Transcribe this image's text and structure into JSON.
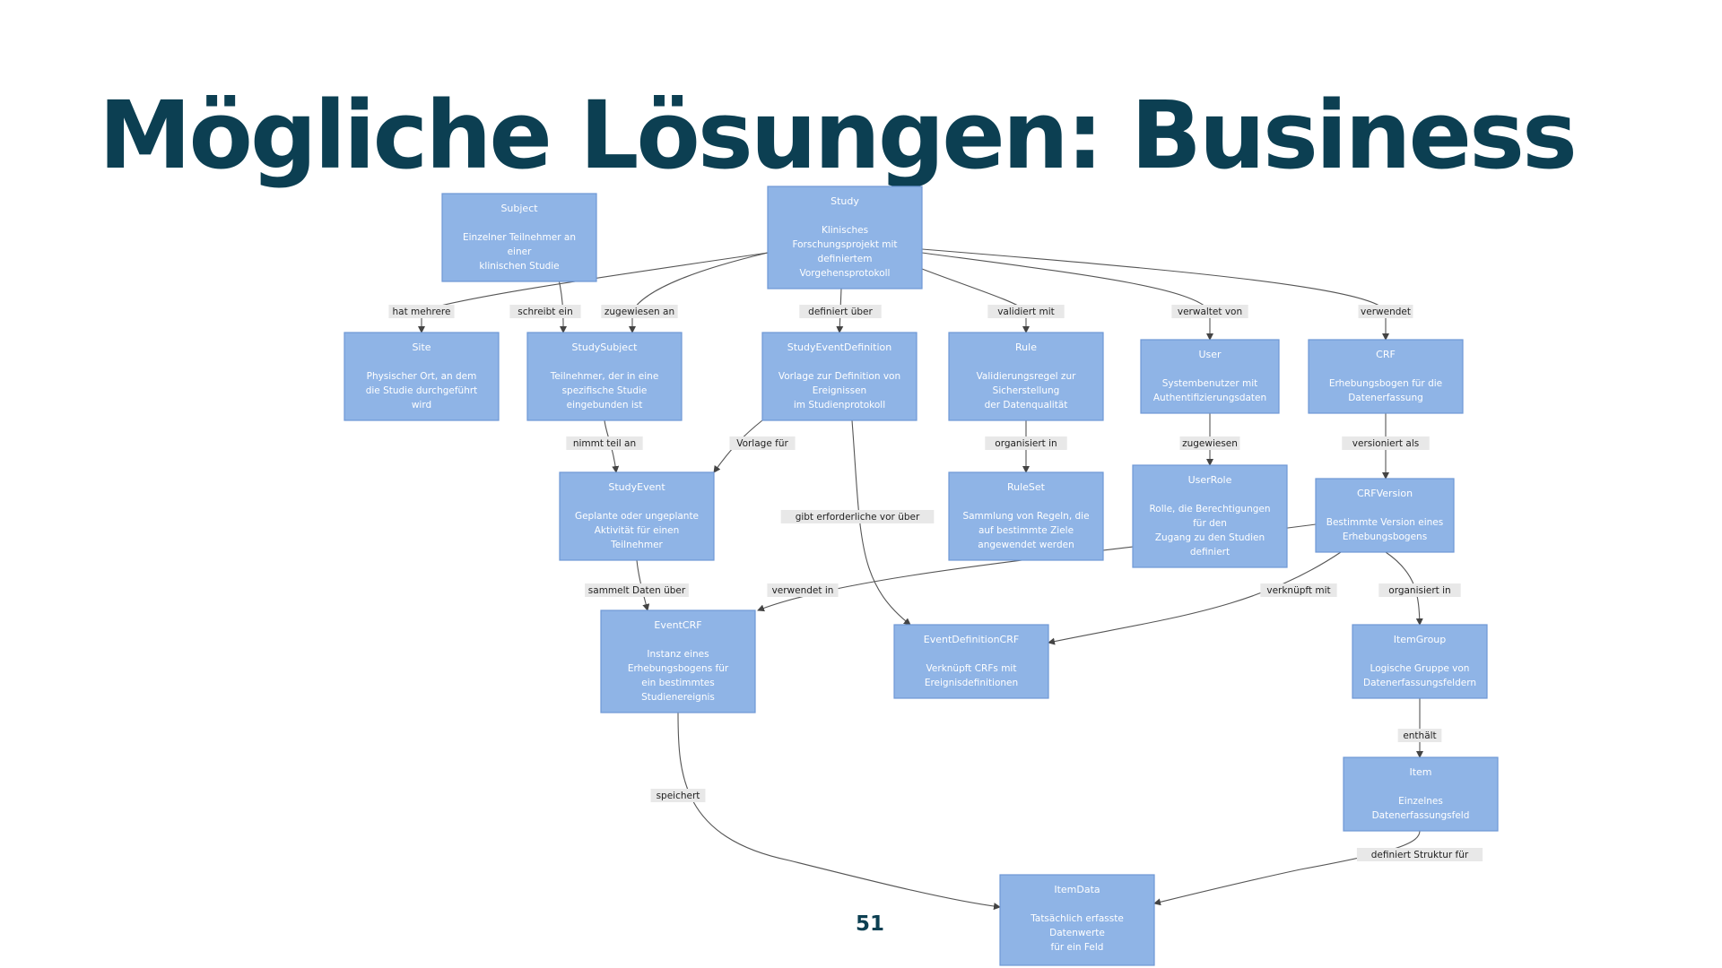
{
  "slide": {
    "title": "Mögliche Lösungen: Business",
    "page_number": "51"
  },
  "colors": {
    "title": "#0c3f52",
    "node_fill": "#8fb4e6",
    "node_stroke": "#6e98d6",
    "edge": "#555555",
    "label_bg": "#e8e8e8"
  },
  "diagram": {
    "nodes": [
      {
        "id": "subject",
        "title": "Subject",
        "lines": [
          "Einzelner Teilnehmer an",
          "einer",
          "klinischen Studie"
        ]
      },
      {
        "id": "study",
        "title": "Study",
        "lines": [
          "Klinisches",
          "Forschungsprojekt mit",
          "definiertem",
          "Vorgehensprotokoll"
        ]
      },
      {
        "id": "site",
        "title": "Site",
        "lines": [
          "Physischer Ort, an dem",
          "die Studie durchgeführt",
          "wird"
        ]
      },
      {
        "id": "studysubject",
        "title": "StudySubject",
        "lines": [
          "Teilnehmer, der in eine",
          "spezifische Studie",
          "eingebunden ist"
        ]
      },
      {
        "id": "studyeventdefinition",
        "title": "StudyEventDefinition",
        "lines": [
          "Vorlage zur Definition von",
          "Ereignissen",
          "im Studienprotokoll"
        ]
      },
      {
        "id": "rule",
        "title": "Rule",
        "lines": [
          "Validierungsregel zur",
          "Sicherstellung",
          "der Datenqualität"
        ]
      },
      {
        "id": "user",
        "title": "User",
        "lines": [
          "Systembenutzer mit",
          "Authentifizierungsdaten"
        ]
      },
      {
        "id": "crf",
        "title": "CRF",
        "lines": [
          "Erhebungsbogen für die",
          "Datenerfassung"
        ]
      },
      {
        "id": "studyevent",
        "title": "StudyEvent",
        "lines": [
          "Geplante oder ungeplante",
          "Aktivität für einen",
          "Teilnehmer"
        ]
      },
      {
        "id": "ruleset",
        "title": "RuleSet",
        "lines": [
          "Sammlung von Regeln, die",
          "auf bestimmte Ziele",
          "angewendet werden"
        ]
      },
      {
        "id": "userrole",
        "title": "UserRole",
        "lines": [
          "Rolle, die Berechtigungen",
          "für den",
          "Zugang zu den Studien",
          "definiert"
        ]
      },
      {
        "id": "crfversion",
        "title": "CRFVersion",
        "lines": [
          "Bestimmte Version eines",
          "Erhebungsbogens"
        ]
      },
      {
        "id": "eventcrf",
        "title": "EventCRF",
        "lines": [
          "Instanz eines",
          "Erhebungsbogens für",
          "ein bestimmtes",
          "Studienereignis"
        ]
      },
      {
        "id": "eventdefinitioncrf",
        "title": "EventDefinitionCRF",
        "lines": [
          "Verknüpft CRFs mit",
          "Ereignisdefinitionen"
        ]
      },
      {
        "id": "itemgroup",
        "title": "ItemGroup",
        "lines": [
          "Logische Gruppe von",
          "Datenerfassungsfeldern"
        ]
      },
      {
        "id": "item",
        "title": "Item",
        "lines": [
          "Einzelnes",
          "Datenerfassungsfeld"
        ]
      },
      {
        "id": "itemdata",
        "title": "ItemData",
        "lines": [
          "Tatsächlich erfasste",
          "Datenwerte",
          "für ein Feld"
        ]
      }
    ],
    "edges": [
      {
        "id": "study-site",
        "from": "study",
        "to": "site",
        "label": "hat mehrere"
      },
      {
        "id": "subject-studysubject",
        "from": "subject",
        "to": "studysubject",
        "label": "schreibt ein"
      },
      {
        "id": "study-studysubject",
        "from": "study",
        "to": "studysubject",
        "label": "zugewiesen an"
      },
      {
        "id": "study-studyeventdefinition",
        "from": "study",
        "to": "studyeventdefinition",
        "label": "definiert über"
      },
      {
        "id": "study-rule",
        "from": "study",
        "to": "rule",
        "label": "validiert mit"
      },
      {
        "id": "study-user",
        "from": "study",
        "to": "user",
        "label": "verwaltet von"
      },
      {
        "id": "study-crf",
        "from": "study",
        "to": "crf",
        "label": "verwendet"
      },
      {
        "id": "studysubject-studyevent",
        "from": "studysubject",
        "to": "studyevent",
        "label": "nimmt teil an"
      },
      {
        "id": "studyeventdefinition-studyevent",
        "from": "studyeventdefinition",
        "to": "studyevent",
        "label": "Vorlage für"
      },
      {
        "id": "rule-ruleset",
        "from": "rule",
        "to": "ruleset",
        "label": "organisiert in"
      },
      {
        "id": "user-userrole",
        "from": "user",
        "to": "userrole",
        "label": "zugewiesen"
      },
      {
        "id": "crf-crfversion",
        "from": "crf",
        "to": "crfversion",
        "label": "versioniert als"
      },
      {
        "id": "studyeventdefinition-eventdefinitioncrf",
        "from": "studyeventdefinition",
        "to": "eventdefinitioncrf",
        "label": "gibt erforderliche vor über"
      },
      {
        "id": "studyevent-eventcrf",
        "from": "studyevent",
        "to": "eventcrf",
        "label": "sammelt Daten über"
      },
      {
        "id": "crfversion-eventcrf",
        "from": "crfversion",
        "to": "eventcrf",
        "label": "verwendet in"
      },
      {
        "id": "crfversion-eventdefinitioncrf",
        "from": "crfversion",
        "to": "eventdefinitioncrf",
        "label": "verknüpft mit"
      },
      {
        "id": "crfversion-itemgroup",
        "from": "crfversion",
        "to": "itemgroup",
        "label": "organisiert in"
      },
      {
        "id": "itemgroup-item",
        "from": "itemgroup",
        "to": "item",
        "label": "enthält"
      },
      {
        "id": "eventcrf-itemdata",
        "from": "eventcrf",
        "to": "itemdata",
        "label": "speichert"
      },
      {
        "id": "item-itemdata",
        "from": "item",
        "to": "itemdata",
        "label": "definiert Struktur für"
      }
    ]
  }
}
